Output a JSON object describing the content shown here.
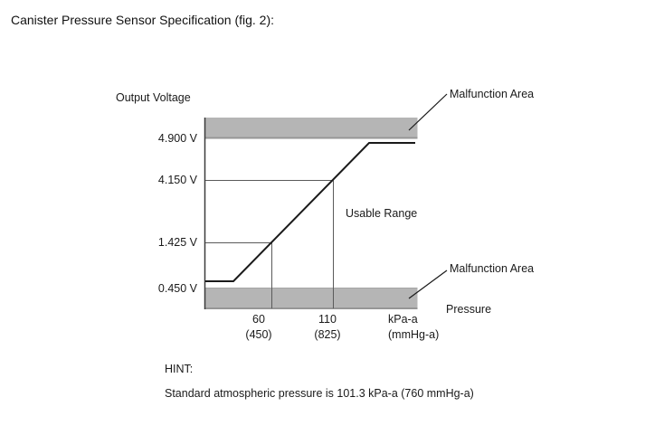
{
  "title": "Canister Pressure Sensor Specification (fig. 2):",
  "chart": {
    "ylabel": "Output Voltage",
    "xlabel": "Pressure",
    "y_ticks": [
      "4.900 V",
      "4.150 V",
      "1.425 V",
      "0.450 V"
    ],
    "x_ticks": [
      {
        "kpa": "60",
        "mmhg": "(450)"
      },
      {
        "kpa": "110",
        "mmhg": "(825)"
      }
    ],
    "x_unit": "kPa-a",
    "x_unit_secondary": "(mmHg-a)",
    "malfunction_area_top": "Malfunction Area",
    "malfunction_area_bottom": "Malfunction Area",
    "usable_range": "Usable Range",
    "band_color": "#b5b5b5",
    "line_color": "#1a1a1a"
  },
  "hint": {
    "heading": "HINT:",
    "text": "Standard atmospheric pressure is 101.3 kPa-a (760 mmHg-a)"
  },
  "chart_data": {
    "type": "line",
    "title": "Canister Pressure Sensor Specification (fig. 2)",
    "xlabel": "Pressure",
    "ylabel": "Output Voltage",
    "x_units": [
      "kPa-a",
      "mmHg-a"
    ],
    "y_unit": "V",
    "y_tick_values": [
      4.9,
      4.15,
      1.425,
      0.45
    ],
    "x_tick_values": [
      {
        "kpa_a": 60,
        "mmhg_a": 450
      },
      {
        "kpa_a": 110,
        "mmhg_a": 825
      }
    ],
    "points": [
      {
        "pressure_kpa_a": 60,
        "pressure_mmhg_a": 450,
        "voltage": 1.425
      },
      {
        "pressure_kpa_a": 110,
        "pressure_mmhg_a": 825,
        "voltage": 4.15
      }
    ],
    "output_clamp": {
      "low_v": 0.45,
      "high_v": 4.9
    },
    "regions": [
      {
        "name": "Malfunction Area",
        "condition": "output above 4.900 V"
      },
      {
        "name": "Usable Range",
        "condition": "output between 0.450 V and 4.900 V"
      },
      {
        "name": "Malfunction Area",
        "condition": "output below 0.450 V"
      }
    ],
    "legend": "none",
    "grid": "reference lines at tick values only",
    "hint": "Standard atmospheric pressure is 101.3 kPa-a (760 mmHg-a)"
  }
}
